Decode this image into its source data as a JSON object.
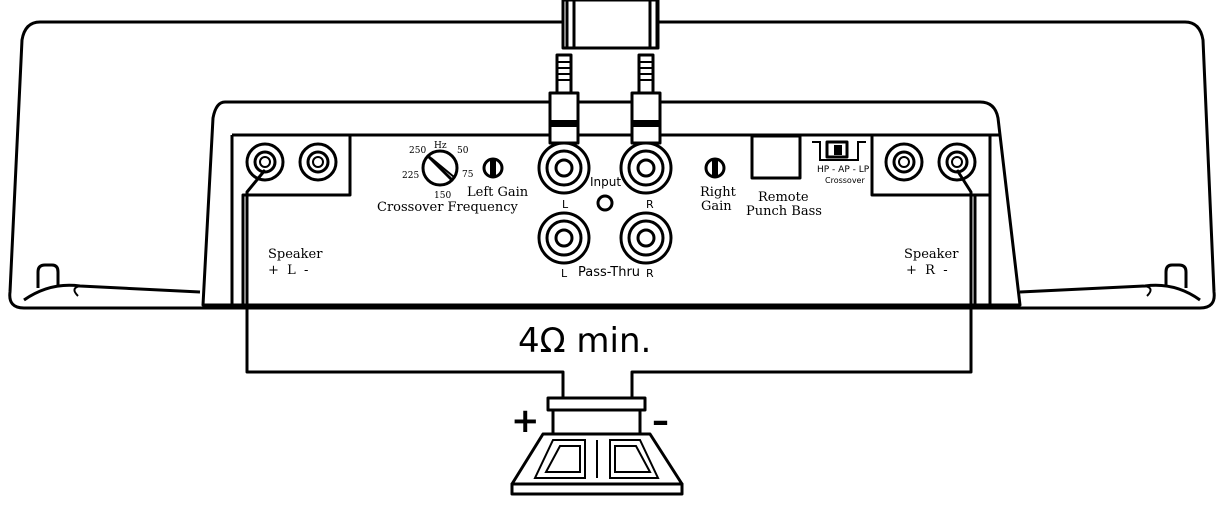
{
  "labels": {
    "crossover_frequency": "Crossover Frequency",
    "hz": "Hz",
    "freq_250": "250",
    "freq_50": "50",
    "freq_225": "225",
    "freq_75": "75",
    "freq_150": "150",
    "left_gain": "Left Gain",
    "input": "Input",
    "input_l": "L",
    "input_r": "R",
    "passthru": "Pass-Thru",
    "passthru_l": "L",
    "passthru_r": "R",
    "right_gain_1": "Right",
    "right_gain_2": "Gain",
    "remote_1": "Remote",
    "remote_2": "Punch Bass",
    "crossover_mode": "HP - AP - LP",
    "crossover_mode_sub": "Crossover",
    "speaker_left_title": "Speaker",
    "speaker_left_terms": "+  L  -",
    "speaker_right_title": "Speaker",
    "speaker_right_terms": "+  R  -",
    "impedance": "4Ω min.",
    "plus": "+",
    "minus": "–"
  },
  "colors": {
    "line": "#000000",
    "fill": "#ffffff"
  }
}
